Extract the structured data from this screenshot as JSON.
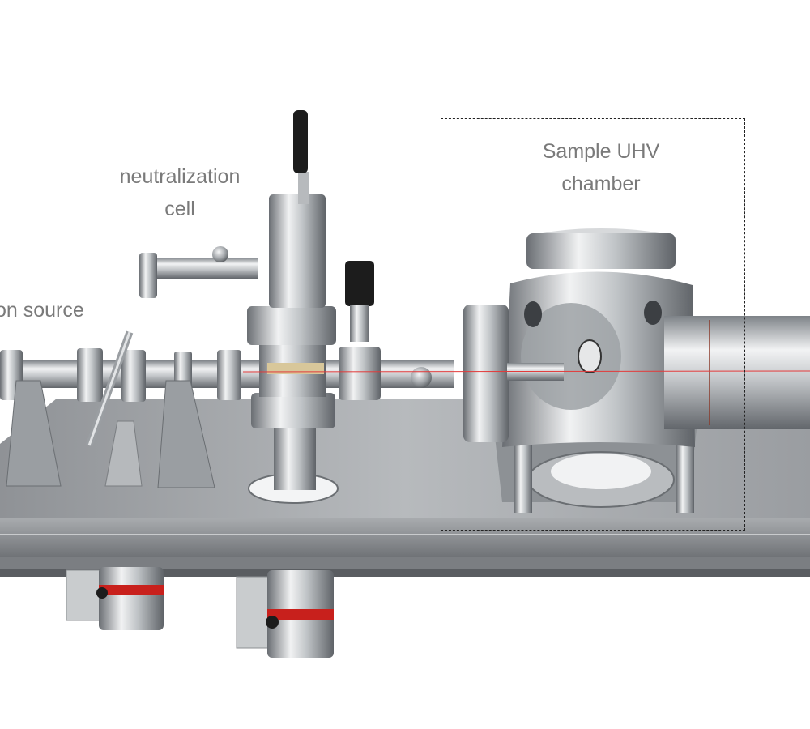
{
  "labels": {
    "ion_source": "on source",
    "neutralization_cell": [
      "neutralization",
      "cell"
    ],
    "sample_chamber": [
      "Sample UHV",
      "chamber"
    ]
  },
  "colors": {
    "label_text": "#7a7a7a",
    "steel_light": "#e4e6e8",
    "steel_mid": "#a9adb1",
    "steel_dark": "#5d6166",
    "red_band": "#c8201c",
    "laser": "#e33a3a",
    "black_knob": "#1c1c1c"
  },
  "icons": {
    "flange": "flange-icon",
    "pump": "pump-icon",
    "knob": "knob-icon"
  }
}
